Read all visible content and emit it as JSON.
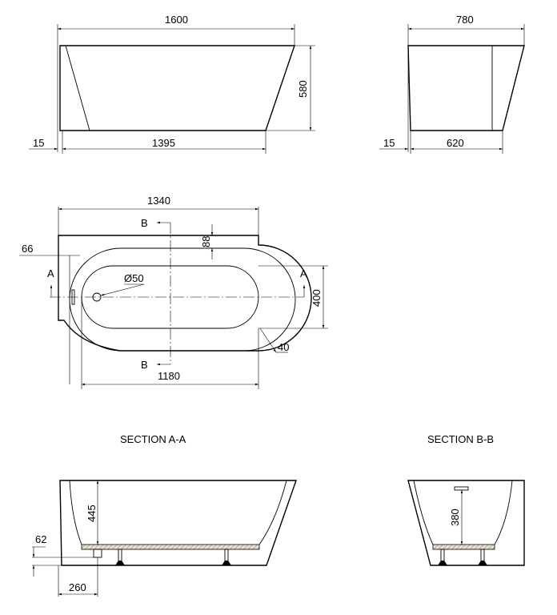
{
  "front_view": {
    "width": "1600",
    "height": "580",
    "base_offset": "15",
    "base_length": "1395"
  },
  "side_view": {
    "width": "780",
    "base_offset": "15",
    "base_length": "620"
  },
  "plan_view": {
    "length": "1340",
    "rim_top": "88",
    "edge_offset": "66",
    "drain_diameter": "Ø50",
    "basin_width": "400",
    "rim_width": "40",
    "basin_length": "1180",
    "section_a": "A",
    "section_b": "B"
  },
  "section_aa": {
    "title": "SECTION A-A",
    "depth": "445",
    "drain_height": "62",
    "drain_offset": "260"
  },
  "section_bb": {
    "title": "SECTION B-B",
    "overflow_height": "380"
  }
}
